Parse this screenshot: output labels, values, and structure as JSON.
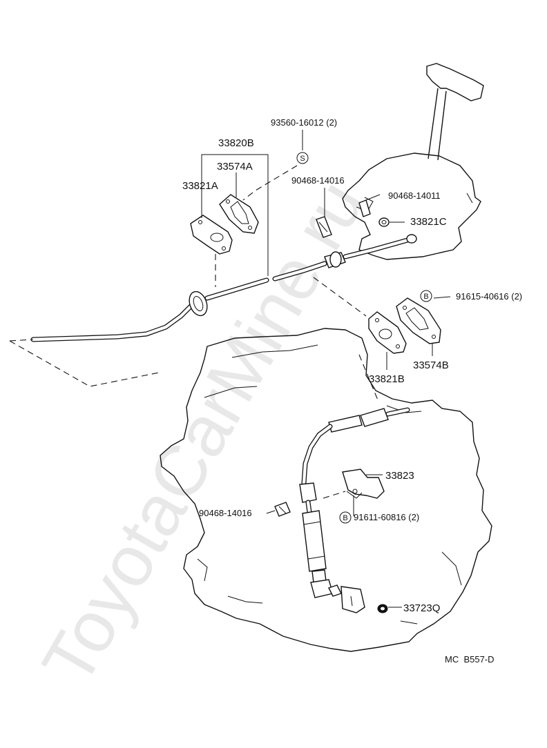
{
  "watermark": {
    "text": "ToyotaCarMine.ru"
  },
  "parts": {
    "p_93560": "93560-16012 (2)",
    "p_33820B": "33820B",
    "p_33574A": "33574A",
    "p_33821A": "33821A",
    "p_90468_top": "90468-14016",
    "p_90468_14011": "90468-14011",
    "p_33821C": "33821C",
    "p_91615": "91615-40616 (2)",
    "p_33574B": "33574B",
    "p_33821B": "33821B",
    "p_33823": "33823",
    "p_90468_bottom": "90468-14016",
    "p_91611": "91611-60816 (2)",
    "p_33723Q": "33723Q"
  },
  "callouts": {
    "s": "S",
    "b1": "B",
    "b2": "B"
  },
  "diagram_ref": "MC  B557-D"
}
